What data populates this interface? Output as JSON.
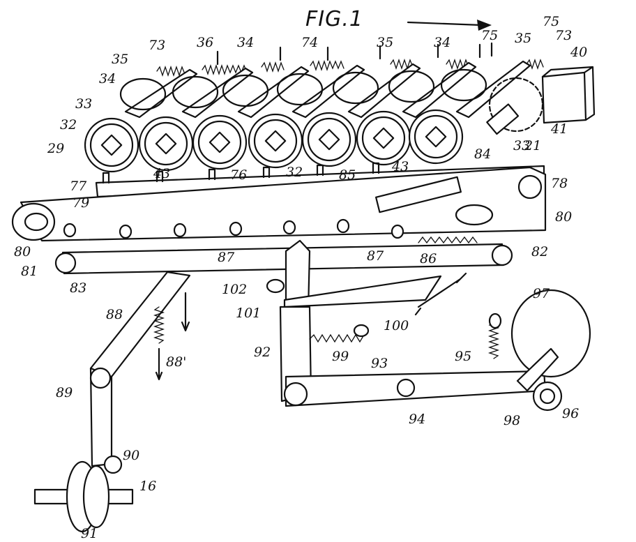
{
  "figure": {
    "title": "FIG.1",
    "labels": {
      "l73a": "73",
      "l36": "36",
      "l34a": "34",
      "l74": "74",
      "l35a": "35",
      "l34b": "34",
      "l75a": "75",
      "l75b": "75",
      "l35b": "35",
      "l73b": "73",
      "l40": "40",
      "l35c": "35",
      "l34c": "34",
      "l33a": "33",
      "l32a": "32",
      "l29": "29",
      "l41": "41",
      "l21": "21",
      "l33b": "33",
      "l43a": "43",
      "l76": "76",
      "l32b": "32",
      "l43b": "43",
      "l84": "84",
      "l78": "78",
      "l77": "77",
      "l85": "85",
      "l79": "79",
      "l80a": "80",
      "l80b": "80",
      "l81": "81",
      "l87a": "87",
      "l87b": "87",
      "l86": "86",
      "l82": "82",
      "l83": "83",
      "l102": "102",
      "l101": "101",
      "l100": "100",
      "l88": "88",
      "l88p": "88'",
      "l97": "97",
      "l92": "92",
      "l99": "99",
      "l93": "93",
      "l95": "95",
      "l89": "89",
      "l94": "94",
      "l98": "98",
      "l96": "96",
      "l90": "90",
      "l16": "16",
      "l91": "91"
    }
  }
}
